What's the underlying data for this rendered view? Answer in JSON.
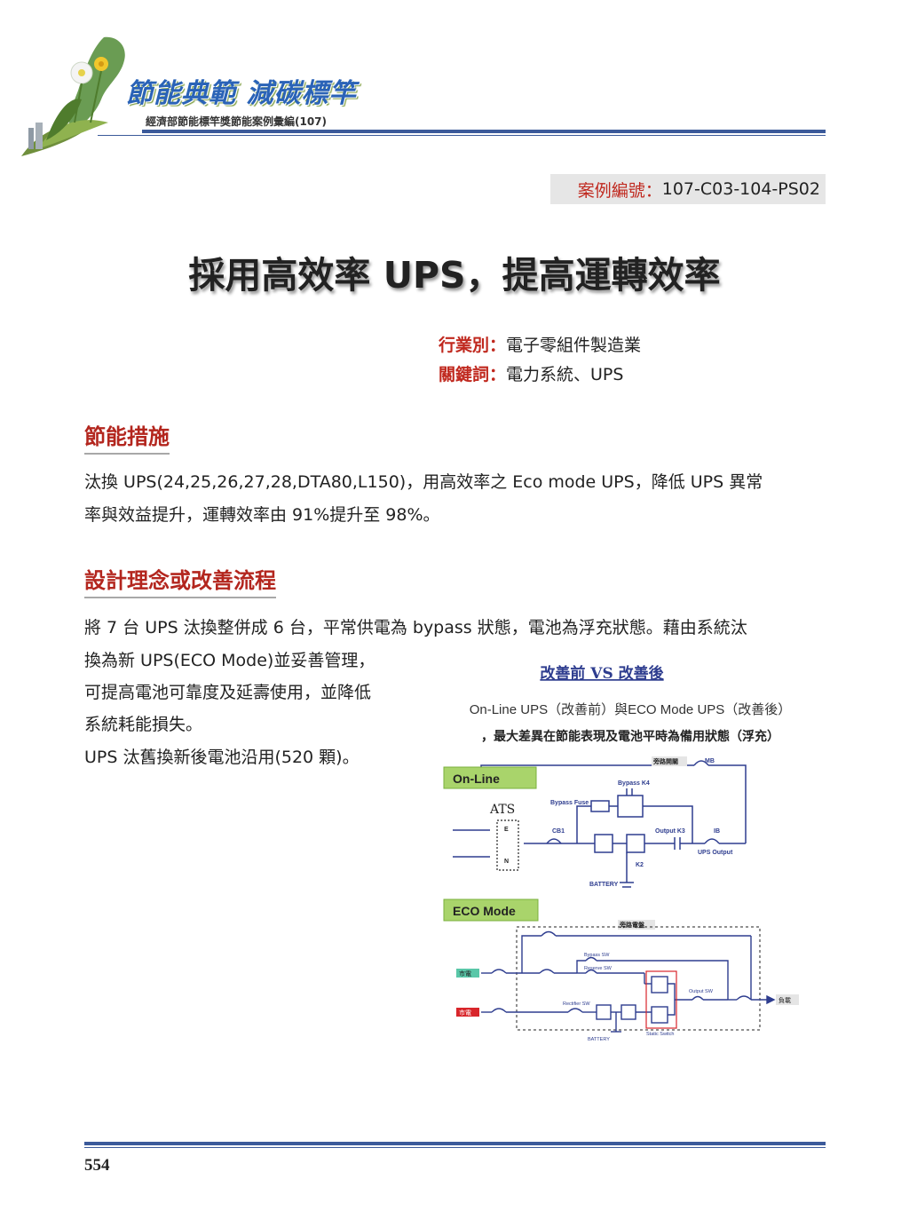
{
  "header": {
    "brand_title": "節能典範 減碳標竿",
    "brand_subtitle": "經濟部節能標竿獎節能案例彙編(107)"
  },
  "case": {
    "label": "案例編號：",
    "number": "107-C03-104-PS02"
  },
  "title": "採用高效率 UPS，提高運轉效率",
  "meta": {
    "industry_label": "行業別：",
    "industry_value": "電子零組件製造業",
    "keywords_label": "關鍵詞：",
    "keywords_value": "電力系統、UPS"
  },
  "section1": {
    "heading": "節能措施",
    "lines": [
      "汰換 UPS(24,25,26,27,28,DTA80,L150)，用高效率之 Eco mode UPS，降低 UPS 異常",
      "率與效益提升，運轉效率由 91%提升至 98%。"
    ]
  },
  "section2": {
    "heading": "設計理念或改善流程",
    "lines": [
      "將 7 台 UPS 汰換整併成 6 台，平常供電為 bypass 狀態，電池為浮充狀態。藉由系統汰",
      "換為新 UPS(ECO Mode)並妥善管理，",
      "可提高電池可靠度及延壽使用，並降低",
      "系統耗能損失。",
      "UPS 汰舊換新後電池沿用(520 顆)。"
    ]
  },
  "diagram": {
    "heading": "改善前 VS 改善後",
    "caption_line1": "On-Line UPS（改善前）與ECO Mode UPS（改善後）",
    "caption_line2": "，最大差異在節能表現及電池平時為備用狀態（浮充）",
    "online": {
      "tag": "On-Line",
      "ats": "ATS",
      "labels": [
        "旁路開關",
        "MB",
        "Bypass K4",
        "Bypass Fuse",
        "CB1",
        "Output K3",
        "IB",
        "UPS Output",
        "K2",
        "BATTERY",
        "E",
        "N"
      ]
    },
    "eco": {
      "tag": "ECO Mode",
      "labels": [
        "旁路電盤",
        "Bypass SW",
        "Reserve SW",
        "Rectifier SW",
        "Output SW",
        "Static Switch",
        "BATTERY",
        "市電",
        "負載"
      ],
      "colors": {
        "mains_a": "#59c7a8",
        "mains_b": "#d8262b"
      }
    },
    "colors": {
      "line": "#2e3d8f",
      "tag_bg": "#a9d46b",
      "tag_border": "#7ab03c",
      "heading": "#2e3d8f"
    }
  },
  "footer": {
    "page_number": "554"
  }
}
